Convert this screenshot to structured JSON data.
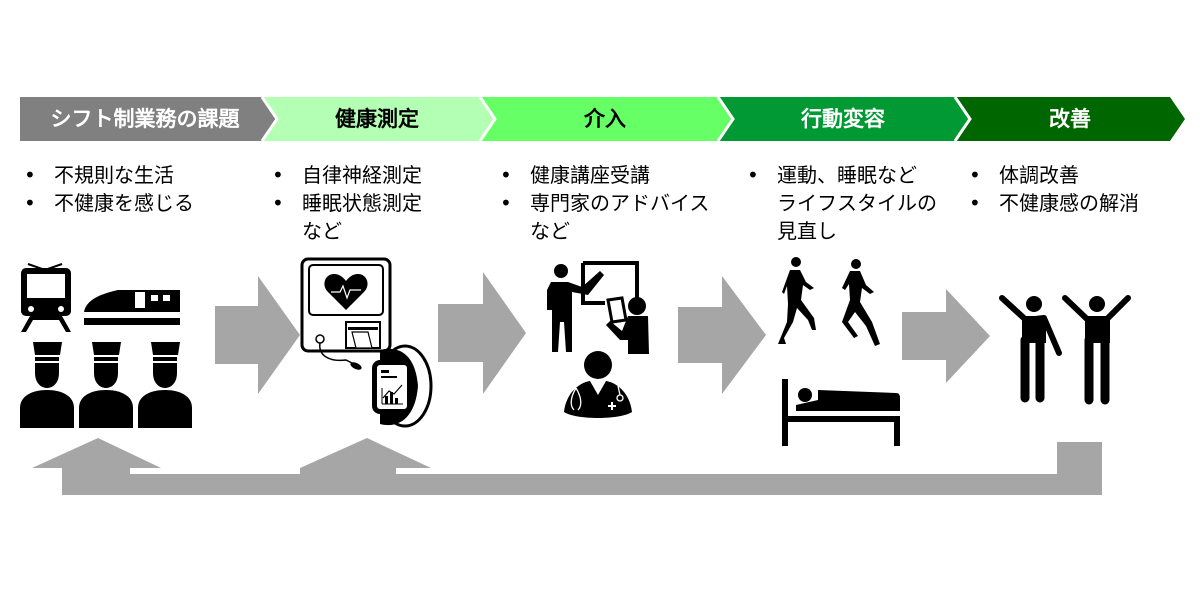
{
  "steps": [
    {
      "title": "シフト制業務の課題",
      "color": "#808080",
      "text_color": "#ffffff",
      "bullets": [
        "不規則な生活",
        "不健康を感じる"
      ],
      "tail": ""
    },
    {
      "title": "健康測定",
      "color": "#b3ffb3",
      "text_color": "#000000",
      "bullets": [
        "自律神経測定",
        "睡眠状態測定"
      ],
      "tail": "など"
    },
    {
      "title": "介入",
      "color": "#66ff66",
      "text_color": "#000000",
      "bullets": [
        "健康講座受講",
        "専門家のアドバイス"
      ],
      "tail": "など"
    },
    {
      "title": "行動変容",
      "color": "#009933",
      "text_color": "#ffffff",
      "bullets": [
        "運動、睡眠など"
      ],
      "tail_lines": [
        "ライフスタイルの",
        "見直し"
      ]
    },
    {
      "title": "改善",
      "color": "#006600",
      "text_color": "#ffffff",
      "bullets": [
        "体調改善",
        "不健康感の解消"
      ],
      "tail": ""
    }
  ],
  "bullet_glyph": "•",
  "arrow_color": "#a6a6a6",
  "icons": [
    "train-icon",
    "shinkansen-icon",
    "conductor-icon",
    "health-monitor-icon",
    "smartwatch-icon",
    "lecturer-icon",
    "doctor-icon",
    "runner-icon",
    "sleeping-icon",
    "cheering-people-icon"
  ]
}
